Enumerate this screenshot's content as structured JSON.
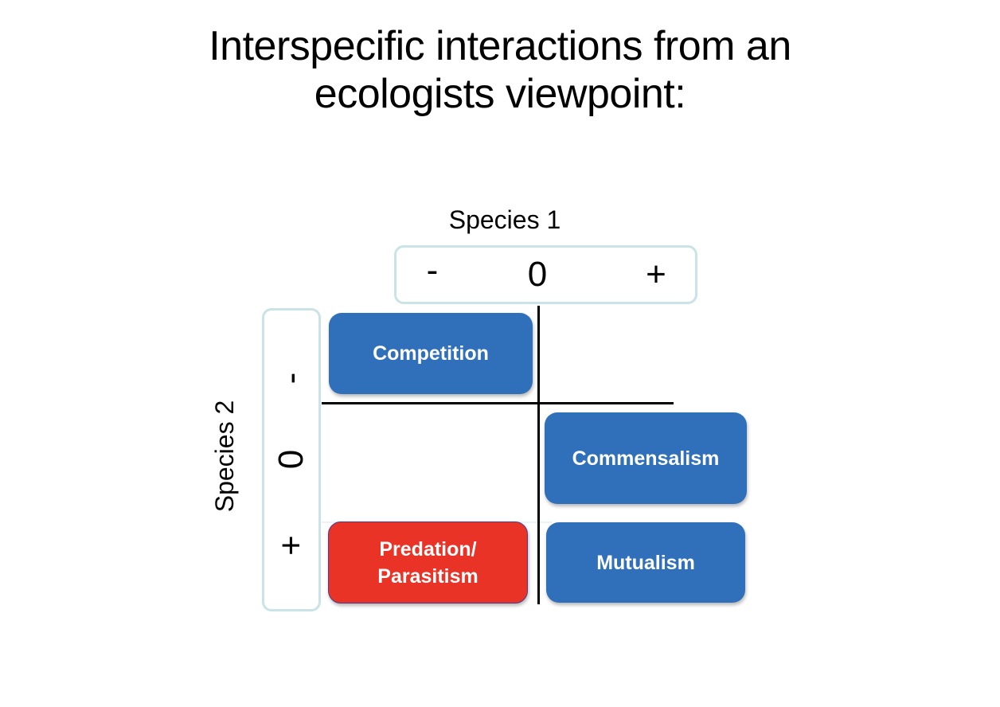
{
  "title": {
    "line1": "Interspecific interactions from an",
    "line2": "ecologists viewpoint:"
  },
  "species1": {
    "label": "Species 1",
    "symbols": [
      "-",
      "0",
      "+"
    ]
  },
  "species2": {
    "label": "Species 2",
    "symbols": [
      "-",
      "0",
      "+"
    ]
  },
  "interactions": [
    {
      "id": "competition",
      "label": "Competition",
      "species1": "-",
      "species2": "-",
      "color": "#3070bb"
    },
    {
      "id": "commensalism",
      "label": "Commensalism",
      "species1": "+",
      "species2": "0",
      "color": "#3070bb"
    },
    {
      "id": "predation",
      "label_lines": [
        "Predation/",
        "Parasitism"
      ],
      "species1": "-",
      "species2": "+",
      "color": "#e83326"
    },
    {
      "id": "mutualism",
      "label": "Mutualism",
      "species1": "+",
      "species2": "+",
      "color": "#3070bb"
    }
  ],
  "colors": {
    "card_blue": "#3070bb",
    "card_red": "#e83326",
    "axis_box_border": "#c9e3e6"
  }
}
